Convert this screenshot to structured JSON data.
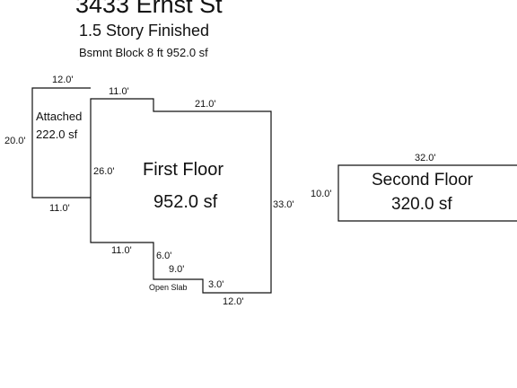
{
  "header": {
    "title": "3433 Ernst St",
    "subtitle": "1.5 Story Finished",
    "basement": "Bsmnt Block 8 ft  952.0 sf"
  },
  "attached": {
    "name": "Attached",
    "area": "222.0 sf",
    "dims": {
      "top": "12.0'",
      "left": "20.0'",
      "bottom": "11.0'"
    }
  },
  "first_floor": {
    "name": "First Floor",
    "area": "952.0 sf",
    "dims": {
      "top_left": "11.0'",
      "top_right": "21.0'",
      "left": "26.0'",
      "right": "33.0'",
      "lower_left": "11.0'",
      "step_vertical": "6.0'",
      "step_horizontal": "9.0'",
      "step_small": "3.0'",
      "bottom": "12.0'"
    }
  },
  "open_slab": {
    "label": "Open Slab"
  },
  "second_floor": {
    "name": "Second Floor",
    "area": "320.0 sf",
    "dims": {
      "top": "32.0'",
      "left": "10.0'"
    }
  },
  "colors": {
    "line": "#111111",
    "background": "#ffffff"
  }
}
